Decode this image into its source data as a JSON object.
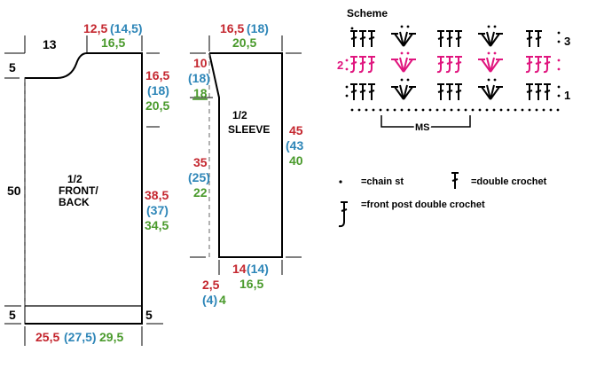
{
  "colors": {
    "size_s": "#c4262e",
    "size_m": "#2e86b8",
    "size_l": "#4a9a2c",
    "ink": "#000000",
    "round_highlight": "#e0157e"
  },
  "body_piece": {
    "label_line1": "1/2",
    "label_line2": "FRONT/",
    "label_line3": "BACK",
    "neck_width": "13",
    "shoulder_top_s": "12,5",
    "shoulder_top_m": "(14,5)",
    "shoulder_top_l": "16,5",
    "neck_depth": "5",
    "armhole_s": "16,5",
    "armhole_m": "(18)",
    "armhole_l": "20,5",
    "total_height": "50",
    "side_s": "38,5",
    "side_m": "(37)",
    "side_l": "34,5",
    "rib_left": "5",
    "rib_right": "5",
    "width_s": "25,5",
    "width_m": "(27,5)",
    "width_l": "29,5"
  },
  "sleeve_piece": {
    "label_line1": "1/2",
    "label_line2": "SLEEVE",
    "top_s": "16,5",
    "top_m": "(18)",
    "top_l": "20,5",
    "cap_s": "10",
    "cap_m": "(18)",
    "cap_l": "18",
    "mid_s": "35",
    "mid_m": "(25)",
    "mid_l": "22",
    "length_s": "45",
    "length_m": "(43",
    "length_l": "40",
    "cuff_width_s": "14",
    "cuff_width_m": "(14)",
    "cuff_width_l": "16,5",
    "cuff_s": "2,5",
    "cuff_m": "(4)",
    "cuff_l": "4"
  },
  "scheme": {
    "title": "Scheme",
    "row_1": "1",
    "row_2": "2",
    "row_3": "3",
    "repeat": "MS"
  },
  "legend": {
    "chain_icon": "chain-stitch-dot",
    "chain_label": "=chain st",
    "dc_icon": "double-crochet-symbol",
    "dc_label": "=double crochet",
    "fpdc_icon": "front-post-double-crochet-symbol",
    "fpdc_label": "=front post double crochet"
  }
}
